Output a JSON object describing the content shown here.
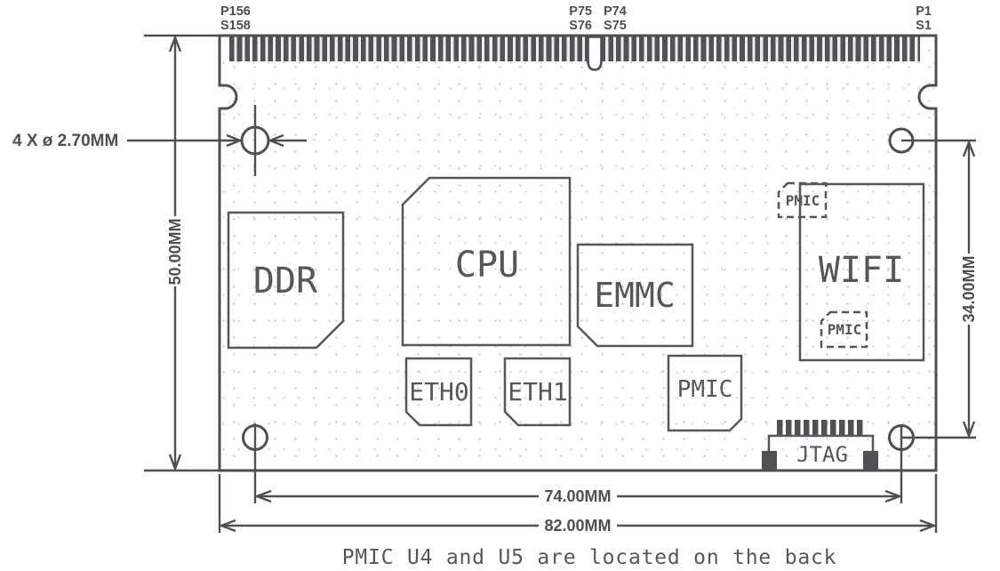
{
  "diagram": {
    "note": "PMIC U4 and U5 are located on the back",
    "pins": [
      {
        "top": "P156",
        "bottom": "S158"
      },
      {
        "top": "P75",
        "bottom": "S76"
      },
      {
        "top": "P74",
        "bottom": "S75"
      },
      {
        "top": "P1",
        "bottom": "S1"
      }
    ],
    "dimensions": {
      "hole_callout": "4 X ø 2.70MM",
      "board_height": "50.00MM",
      "hole_span_vertical": "34.00MM",
      "hole_span_horizontal": "74.00MM",
      "board_width": "82.00MM"
    },
    "components": {
      "ddr": "DDR",
      "cpu": "CPU",
      "emmc": "EMMC",
      "wifi": "WIFI",
      "eth0": "ETH0",
      "eth1": "ETH1",
      "pmic": "PMIC",
      "pmic_back_top": "PMIC",
      "pmic_back_bottom": "PMIC",
      "jtag": "JTAG"
    },
    "colors": {
      "line": "#4d4f52",
      "component_line": "#55575a",
      "connector_bar": "#4f5154",
      "dots": "#c9c9c9",
      "background": "#ffffff"
    }
  }
}
